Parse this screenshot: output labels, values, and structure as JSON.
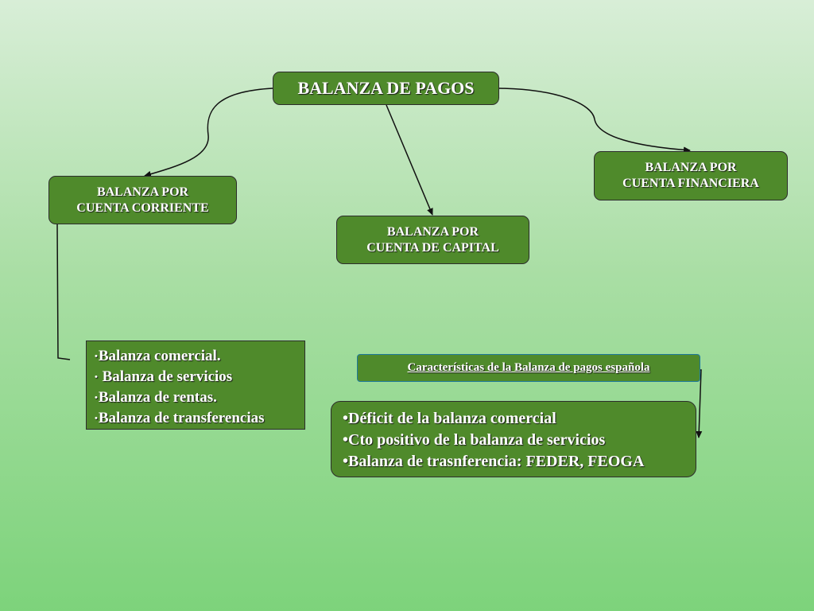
{
  "main": {
    "title": "BALANZA DE PAGOS"
  },
  "branches": {
    "corriente": {
      "line1": "BALANZA POR",
      "line2": "CUENTA CORRIENTE"
    },
    "capital": {
      "line1": "BALANZA POR",
      "line2": "CUENTA DE CAPITAL"
    },
    "financiera": {
      "line1": "BALANZA POR",
      "line2": "CUENTA FINANCIERA"
    }
  },
  "corriente_items": {
    "bullet": "•",
    "item1": "Balanza comercial.",
    "item2": " Balanza de servicios",
    "item3": "Balanza de rentas.",
    "item4": "Balanza de transferencias"
  },
  "caracteristicas": {
    "label": "Características de la Balanza de pagos española"
  },
  "spain_items": {
    "item1": "•Déficit de la balanza comercial",
    "item2": "•Cto positivo de la balanza de servicios",
    "item3": "•Balanza de trasnferencia: FEDER, FEOGA"
  },
  "colors": {
    "box_fill": "#4f8a2b",
    "box_border": "#2d2d2d",
    "caract_border": "#1e7a9c",
    "background_top": "#d8eed7",
    "background_bottom": "#7dd37b"
  }
}
